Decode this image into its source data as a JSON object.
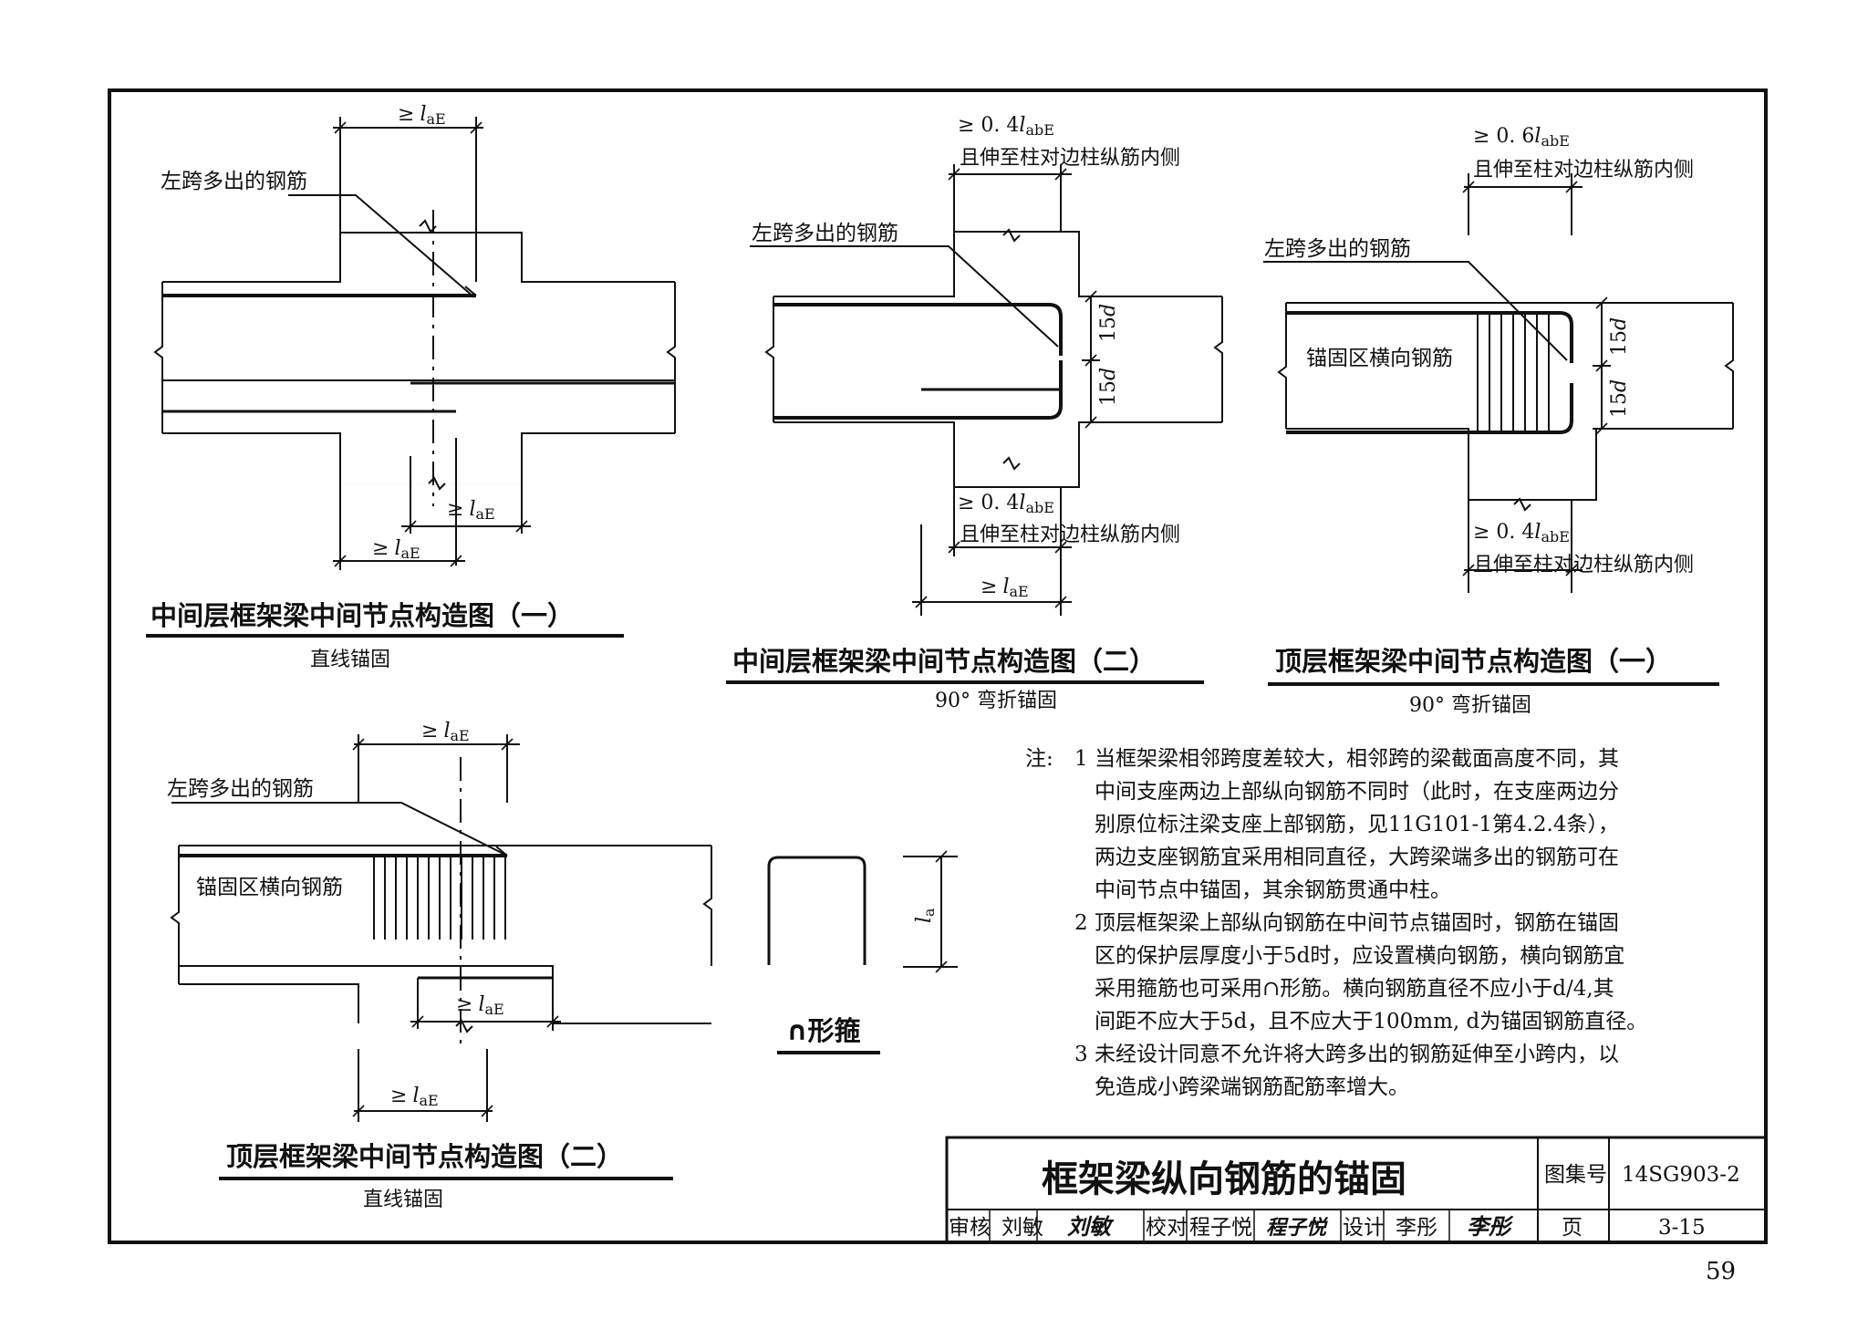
{
  "dims": {
    "laE": "l",
    "laE_sub": "aE",
    "labE_sub": "abE",
    "ge": "≥",
    "c04": "≥ 0. 4",
    "c06": "≥ 0. 6",
    "extend": "且伸至柱对边柱纵筋内侧",
    "d15": "15",
    "d": "d",
    "la": "l",
    "la_sub": "a"
  },
  "labels": {
    "extra_bar": "左跨多出的钢筋",
    "transverse_bar": "锚固区横向钢筋",
    "u_stirrup": "∩形箍"
  },
  "figures": [
    {
      "caption": "中间层框架梁中间节点构造图（一）",
      "sub": "直线锚固"
    },
    {
      "caption": "中间层框架梁中间节点构造图（二）",
      "sub": "90° 弯折锚固"
    },
    {
      "caption": "顶层框架梁中间节点构造图（一）",
      "sub": "90° 弯折锚固"
    },
    {
      "caption": "顶层框架梁中间节点构造图（二）",
      "sub": "直线锚固"
    }
  ],
  "notes": {
    "prefix": "注:",
    "items": [
      {
        "num": "1",
        "lines": [
          "当框架梁相邻跨度差较大，相邻跨的梁截面高度不同，其",
          "中间支座两边上部纵向钢筋不同时（此时，在支座两边分",
          "别原位标注梁支座上部钢筋，见11G101-1第4.2.4条），",
          "两边支座钢筋宜采用相同直径，大跨梁端多出的钢筋可在",
          "中间节点中锚固，其余钢筋贯通中柱。"
        ]
      },
      {
        "num": "2",
        "lines": [
          "顶层框架梁上部纵向钢筋在中间节点锚固时，钢筋在锚固",
          "区的保护层厚度小于5d时，应设置横向钢筋，横向钢筋宜",
          "采用箍筋也可采用∩形筋。横向钢筋直径不应小于d/4,其",
          "间距不应大于5d，且不应大于100mm, d为锚固钢筋直径。"
        ]
      },
      {
        "num": "3",
        "lines": [
          "未经设计同意不允许将大跨多出的钢筋延伸至小跨内，以",
          "免造成小跨梁端钢筋配筋率增大。"
        ]
      }
    ]
  },
  "title_block": {
    "title": "框架梁纵向钢筋的锚固",
    "atlas_label": "图集号",
    "atlas_no": "14SG903-2",
    "review_label": "审核",
    "reviewer": "刘敏",
    "reviewer_sig": "刘敏",
    "check_label": "校对",
    "checker": "程子悦",
    "checker_sig": "程子悦",
    "design_label": "设计",
    "designer": "李彤",
    "designer_sig": "李彤",
    "page_label": "页",
    "page_no": "3-15"
  },
  "page_number": "59"
}
